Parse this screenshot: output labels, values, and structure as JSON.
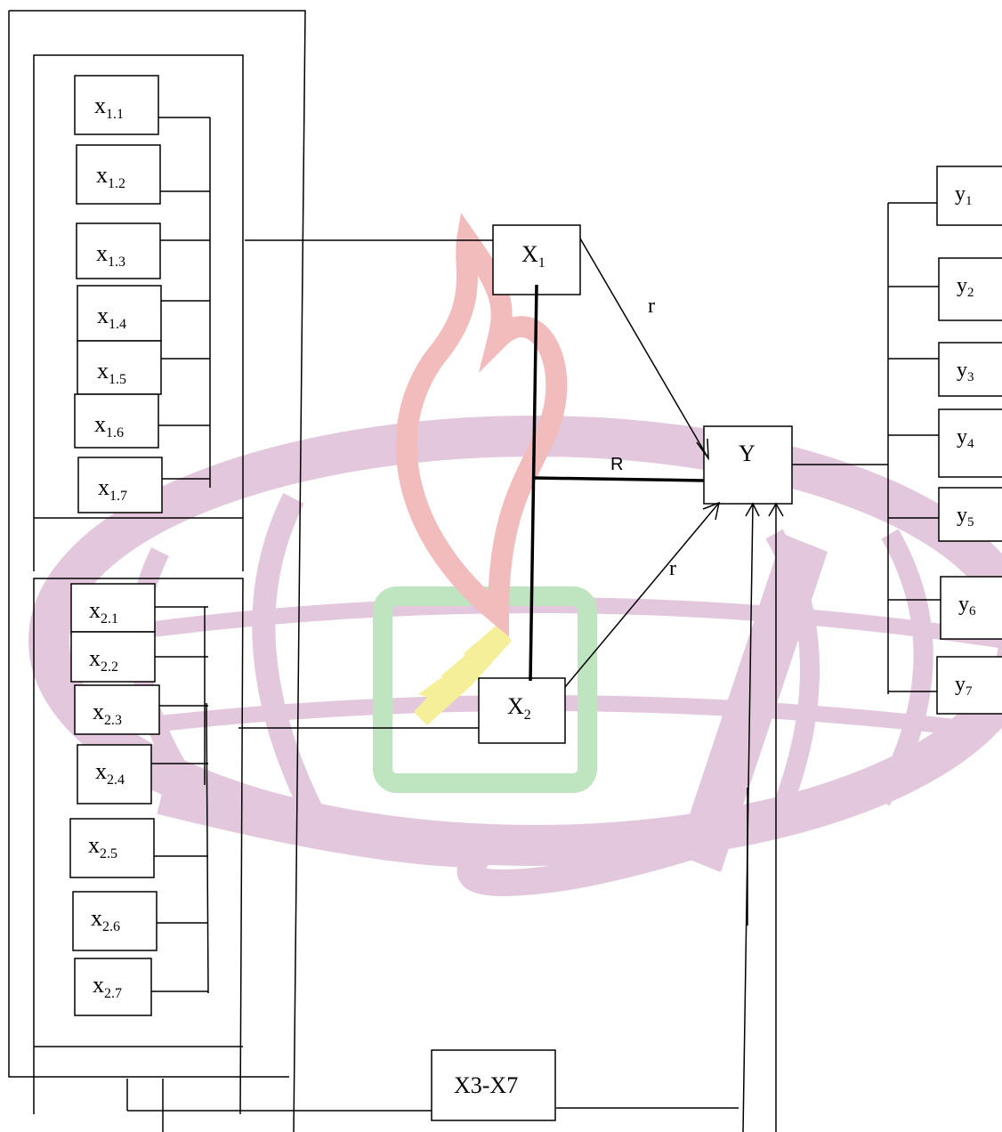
{
  "watermark": {
    "globe_color": "#e3c7dc",
    "flame_color": "#f2bcbc",
    "frame_color": "#bfe4c0",
    "wheat_color": "#f5ef9a",
    "icon": "university-logo-watermark"
  },
  "group1": [
    {
      "base": "x",
      "sub": "1.1"
    },
    {
      "base": "x",
      "sub": "1.2"
    },
    {
      "base": "x",
      "sub": "1.3"
    },
    {
      "base": "x",
      "sub": "1.4"
    },
    {
      "base": "x",
      "sub": "1.5"
    },
    {
      "base": "x",
      "sub": "1.6"
    },
    {
      "base": "x",
      "sub": "1.7"
    }
  ],
  "group2": [
    {
      "base": "x",
      "sub": "2.1"
    },
    {
      "base": "x",
      "sub": "2.2"
    },
    {
      "base": "x",
      "sub": "2.3"
    },
    {
      "base": "x",
      "sub": "2.4"
    },
    {
      "base": "x",
      "sub": "2.5"
    },
    {
      "base": "x",
      "sub": "2.6"
    },
    {
      "base": "x",
      "sub": "2.7"
    }
  ],
  "outputs": [
    {
      "base": "y",
      "sub": "1"
    },
    {
      "base": "y",
      "sub": "2"
    },
    {
      "base": "y",
      "sub": "3"
    },
    {
      "base": "y",
      "sub": "4"
    },
    {
      "base": "y",
      "sub": "5"
    },
    {
      "base": "y",
      "sub": "6"
    },
    {
      "base": "y",
      "sub": "7"
    }
  ],
  "nodes": {
    "x1": {
      "base": "X",
      "sub": "1"
    },
    "x2": {
      "base": "X",
      "sub": "2"
    },
    "y": "Y",
    "x3x7": "X3-X7"
  },
  "edges": {
    "r_top": "r",
    "r_bottom": "r",
    "R": "R"
  }
}
